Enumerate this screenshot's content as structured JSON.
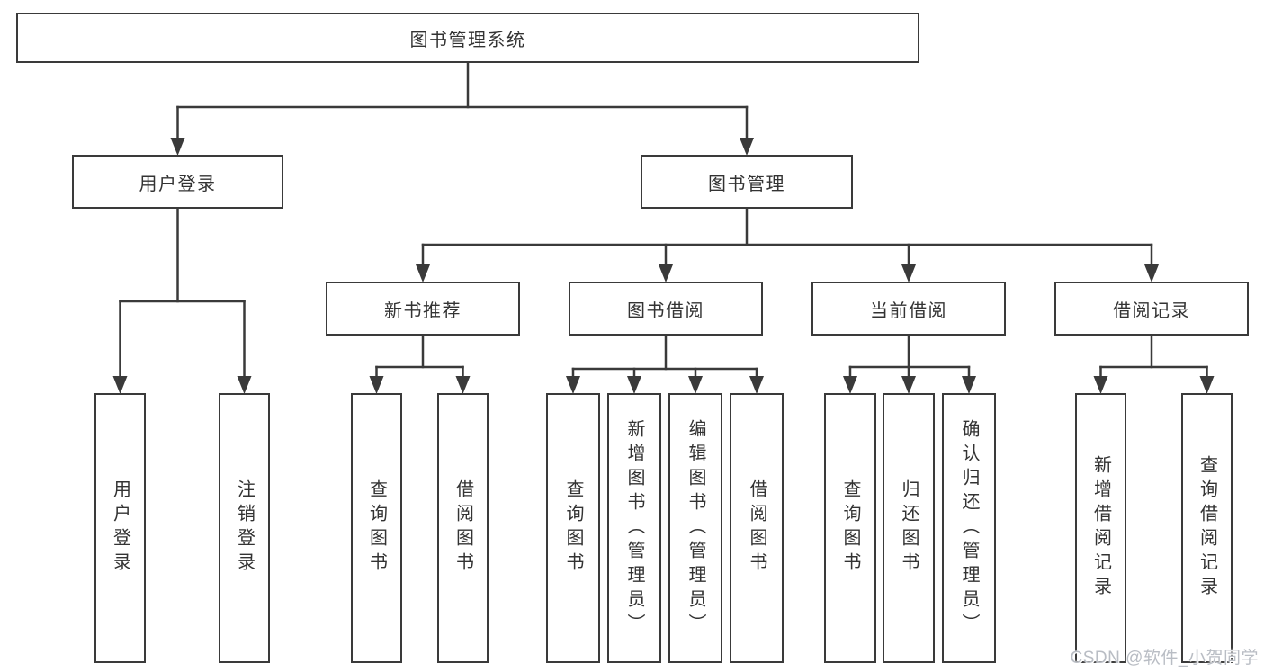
{
  "diagram": {
    "title": "图书管理系统",
    "watermark": "CSDN @软件_小贺同学",
    "colors": {
      "background": "#ffffff",
      "line": "#3a3a3a",
      "box_border": "#3a3a3a",
      "text": "#333333",
      "watermark": "#b9bdc4"
    },
    "nodes": [
      {
        "id": "root",
        "label": "图书管理系统",
        "parent": null,
        "orientation": "horizontal"
      },
      {
        "id": "user-login",
        "label": "用户登录",
        "parent": "root",
        "orientation": "horizontal"
      },
      {
        "id": "book-mgmt",
        "label": "图书管理",
        "parent": "root",
        "orientation": "horizontal"
      },
      {
        "id": "new-book-rec",
        "label": "新书推荐",
        "parent": "book-mgmt",
        "orientation": "horizontal"
      },
      {
        "id": "book-borrow",
        "label": "图书借阅",
        "parent": "book-mgmt",
        "orientation": "horizontal"
      },
      {
        "id": "current-borrow",
        "label": "当前借阅",
        "parent": "book-mgmt",
        "orientation": "horizontal"
      },
      {
        "id": "borrow-records",
        "label": "借阅记录",
        "parent": "book-mgmt",
        "orientation": "horizontal"
      },
      {
        "id": "leaf-user-login",
        "label": "用户登录",
        "parent": "user-login",
        "orientation": "vertical"
      },
      {
        "id": "leaf-logout",
        "label": "注销登录",
        "parent": "user-login",
        "orientation": "vertical"
      },
      {
        "id": "leaf-rec-query",
        "label": "查询图书",
        "parent": "new-book-rec",
        "orientation": "vertical"
      },
      {
        "id": "leaf-rec-borrow",
        "label": "借阅图书",
        "parent": "new-book-rec",
        "orientation": "vertical"
      },
      {
        "id": "leaf-bb-query",
        "label": "查询图书",
        "parent": "book-borrow",
        "orientation": "vertical"
      },
      {
        "id": "leaf-bb-add",
        "label": "新增图书（管理员）",
        "parent": "book-borrow",
        "orientation": "vertical"
      },
      {
        "id": "leaf-bb-edit",
        "label": "编辑图书（管理员）",
        "parent": "book-borrow",
        "orientation": "vertical"
      },
      {
        "id": "leaf-bb-borrow",
        "label": "借阅图书",
        "parent": "book-borrow",
        "orientation": "vertical"
      },
      {
        "id": "leaf-cb-query",
        "label": "查询图书",
        "parent": "current-borrow",
        "orientation": "vertical"
      },
      {
        "id": "leaf-cb-return",
        "label": "归还图书",
        "parent": "current-borrow",
        "orientation": "vertical"
      },
      {
        "id": "leaf-cb-confirm",
        "label": "确认归还（管理员）",
        "parent": "current-borrow",
        "orientation": "vertical"
      },
      {
        "id": "leaf-br-add",
        "label": "新增借阅记录",
        "parent": "borrow-records",
        "orientation": "vertical"
      },
      {
        "id": "leaf-br-query",
        "label": "查询借阅记录",
        "parent": "borrow-records",
        "orientation": "vertical"
      }
    ]
  }
}
